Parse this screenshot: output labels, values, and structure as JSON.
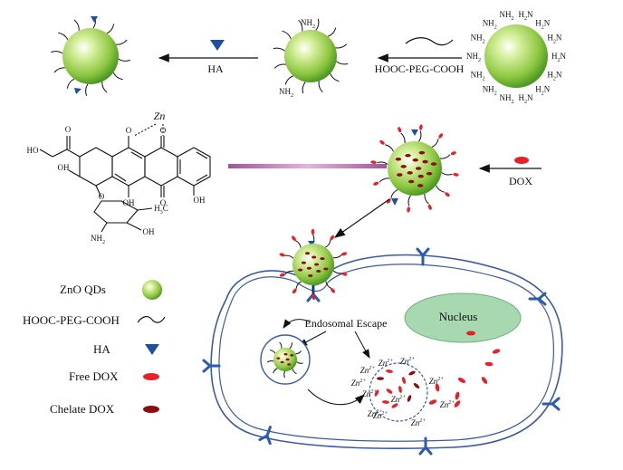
{
  "colors": {
    "qd_green": "#8cc63f",
    "qd_dark": "#3f8f1f",
    "dox_red": "#e8202a",
    "chelate_red": "#8b0d12",
    "ha_blue": "#1f4fa0",
    "receptor_blue": "#2a5bb0",
    "membrane_blue": "#3a5aa8",
    "nucleus_green": "#a8d8b0",
    "chelation_link": "#c77fb4"
  },
  "labels": {
    "peg_reagent": "HOOC-PEG-COOH",
    "ha": "HA",
    "dox": "DOX",
    "amine": "NH",
    "amine_sub": "2",
    "amine_flip": "H",
    "amine_flip_sub": "2",
    "amine_flip_n": "N",
    "zn_top": "Zn",
    "nucleus": "Nucleus",
    "endosomal_escape": "Endosomal Escape",
    "zn_ion": "Zn",
    "zn_charge": "2+"
  },
  "structure": {
    "ho_left": "HO",
    "o_carbonyl": "O",
    "oh": "OH",
    "o": "O",
    "o_ring": "O",
    "oh_bottom": "OH",
    "h3c": "H",
    "h3c_sub": "3",
    "h3c_c": "C",
    "o_sugar": "O",
    "oh_sugar": "OH",
    "nh2": "NH",
    "nh2_sub": "2"
  },
  "legend": [
    {
      "label": "ZnO QDs",
      "icon": "qd-sphere-icon"
    },
    {
      "label": "HOOC-PEG-COOH",
      "icon": "peg-chain-icon"
    },
    {
      "label": "HA",
      "icon": "ha-triangle-icon"
    },
    {
      "label": "Free DOX",
      "icon": "free-dox-icon"
    },
    {
      "label": "Chelate DOX",
      "icon": "chelate-dox-icon"
    }
  ]
}
